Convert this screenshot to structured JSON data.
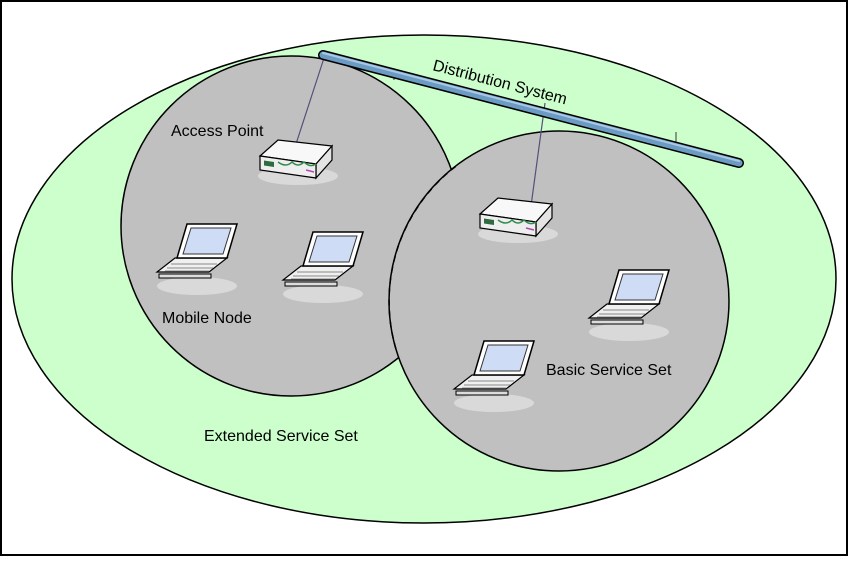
{
  "labels": {
    "distribution_system": "Distribution System",
    "access_point": "Access Point",
    "mobile_node": "Mobile Node",
    "basic_service_set": "Basic Service Set",
    "extended_service_set": "Extended Service Set"
  },
  "icons": {
    "access_point": "access-point-icon",
    "mobile_node": "laptop-icon"
  },
  "colors": {
    "extended_service_set_fill": "#ccffcc",
    "basic_service_set_fill": "#c0c0c0",
    "distribution_system_fill": "#6b9bc3",
    "outline": "#000000",
    "link_line": "#55507a"
  }
}
